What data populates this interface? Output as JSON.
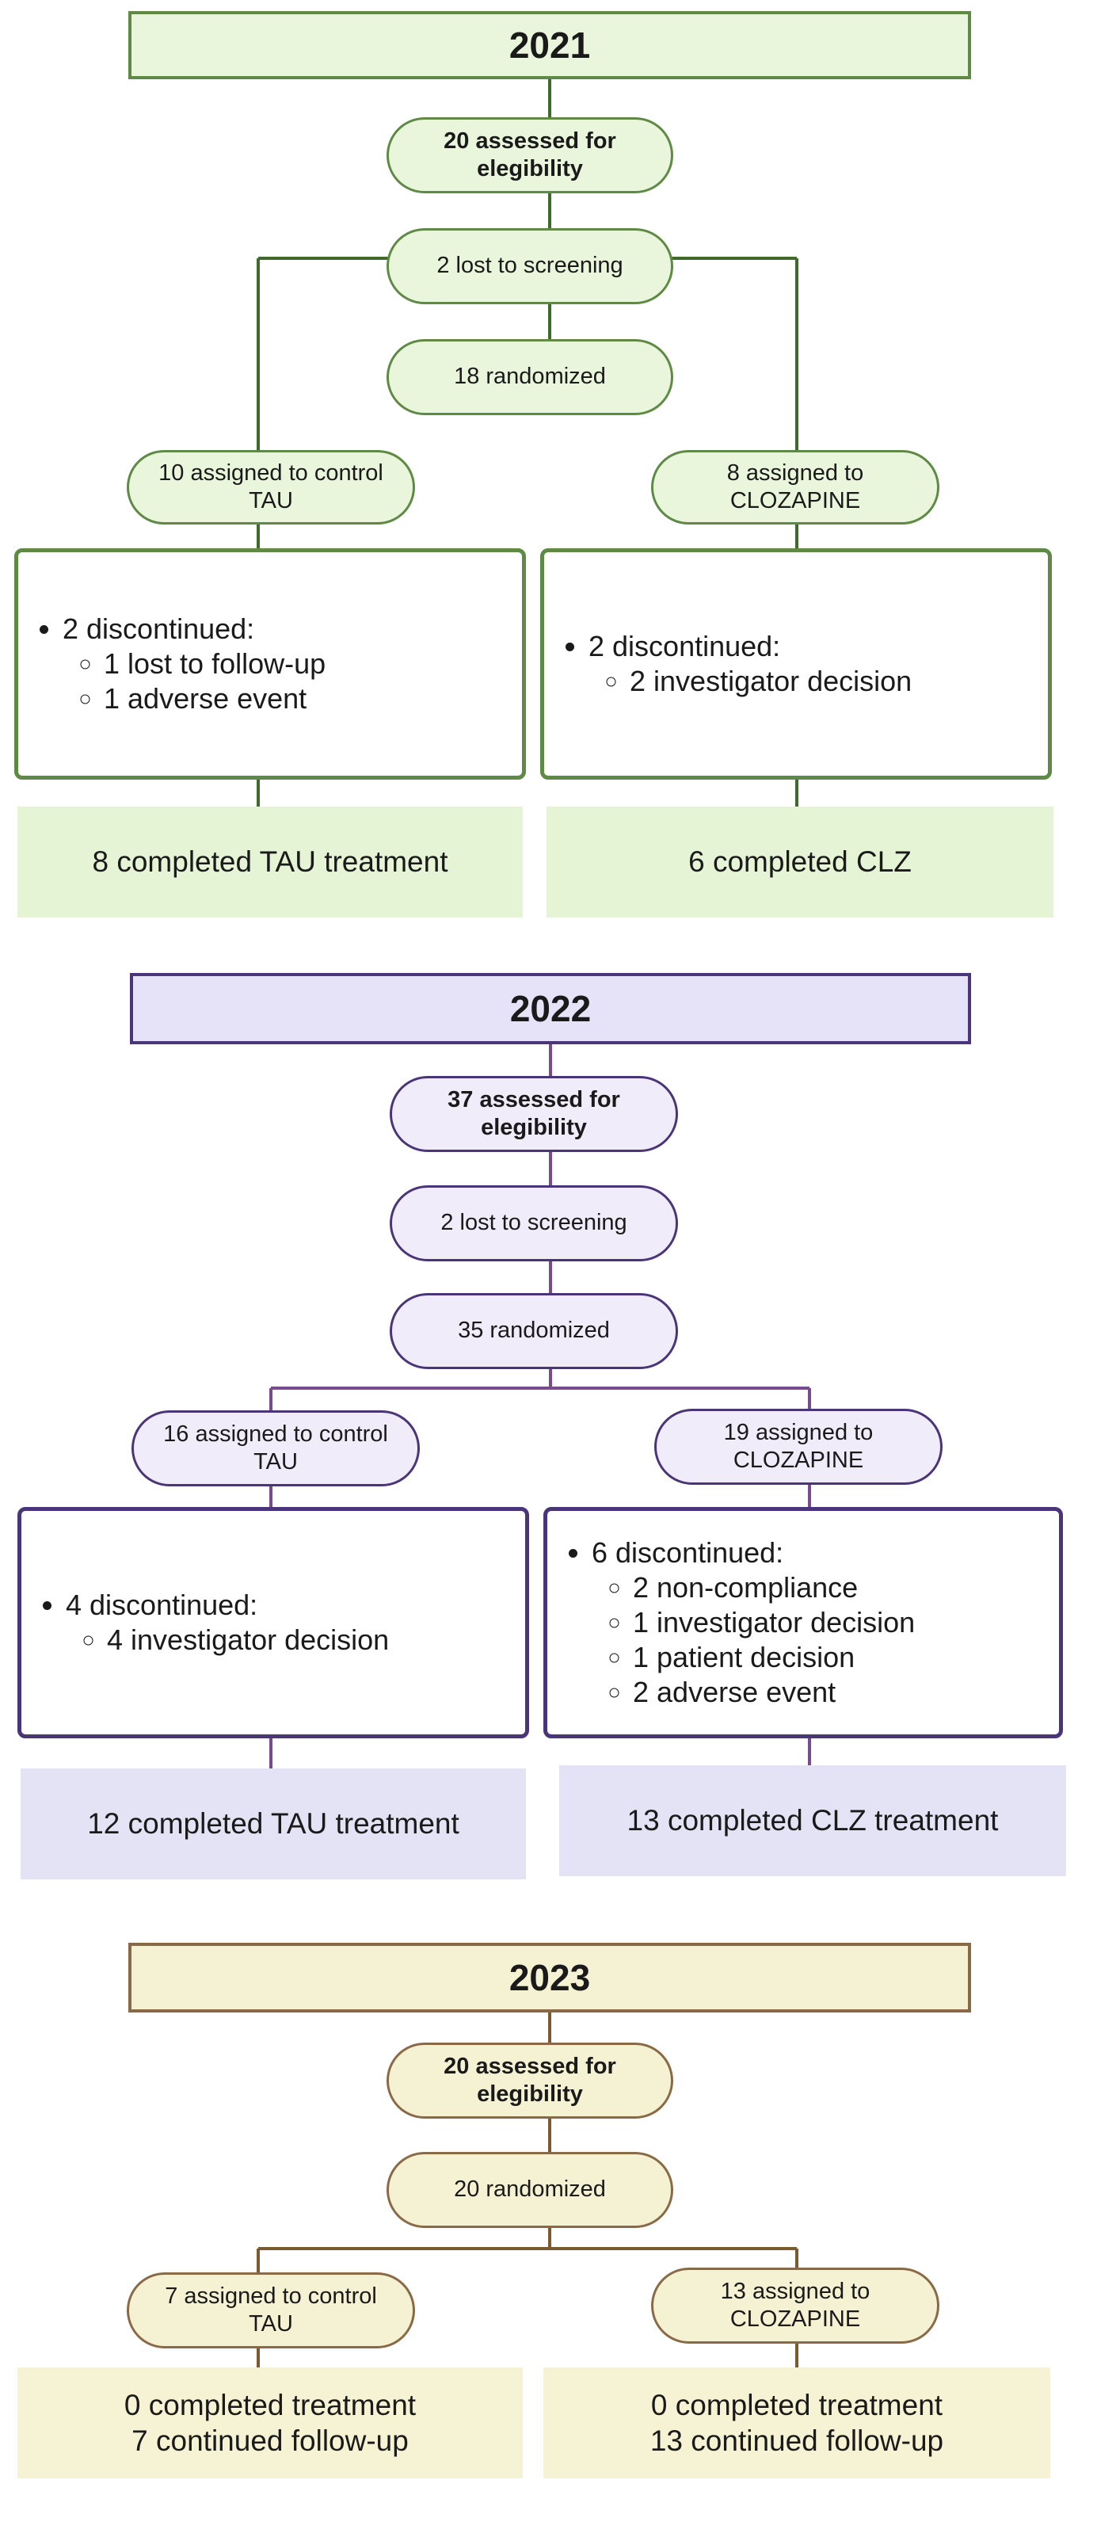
{
  "colors": {
    "green_border": "#5e8a45",
    "green_line": "#3d6b2c",
    "green_fill": "#eaf6dc",
    "green_result": "#e6f4d6",
    "purple_border": "#4a3578",
    "purple_line": "#7a4a8e",
    "purple_fill": "#e6e2f8",
    "purple_pill": "#f1ecfa",
    "purple_result": "#e4e2f5",
    "tan_border": "#8a6a46",
    "tan_line": "#7a5a2e",
    "tan_fill": "#f5f2d4",
    "tan_result": "#f6f3d4"
  },
  "sections": [
    {
      "year": "2021",
      "assessed": "20 assessed for elegibility",
      "lost": "2 lost to screening",
      "randomized": "18 randomized",
      "left": {
        "assigned": "10 assigned to control TAU",
        "discontinued": {
          "title": "2 discontinued:",
          "reasons": [
            "1 lost to follow-up",
            "1 adverse event"
          ]
        },
        "result": [
          "8 completed TAU treatment"
        ]
      },
      "right": {
        "assigned": "8 assigned to CLOZAPINE",
        "discontinued": {
          "title": "2 discontinued:",
          "reasons": [
            "2 investigator decision"
          ]
        },
        "result": [
          "6 completed CLZ"
        ]
      }
    },
    {
      "year": "2022",
      "assessed": "37 assessed for elegibility",
      "lost": "2 lost to screening",
      "randomized": "35 randomized",
      "left": {
        "assigned": "16 assigned to control TAU",
        "discontinued": {
          "title": "4 discontinued:",
          "reasons": [
            "4 investigator decision"
          ]
        },
        "result": [
          "12 completed TAU treatment"
        ]
      },
      "right": {
        "assigned": "19 assigned to CLOZAPINE",
        "discontinued": {
          "title": "6 discontinued:",
          "reasons": [
            "2 non-compliance",
            "1 investigator decision",
            "1 patient decision",
            "2 adverse event"
          ]
        },
        "result": [
          "13 completed CLZ treatment"
        ]
      }
    },
    {
      "year": "2023",
      "assessed": "20 assessed for elegibility",
      "randomized": "20 randomized",
      "left": {
        "assigned": "7 assigned to control TAU",
        "result": [
          "0 completed treatment",
          "7 continued follow-up"
        ]
      },
      "right": {
        "assigned": "13 assigned to CLOZAPINE",
        "result": [
          "0 completed treatment",
          "13 continued follow-up"
        ]
      }
    }
  ]
}
